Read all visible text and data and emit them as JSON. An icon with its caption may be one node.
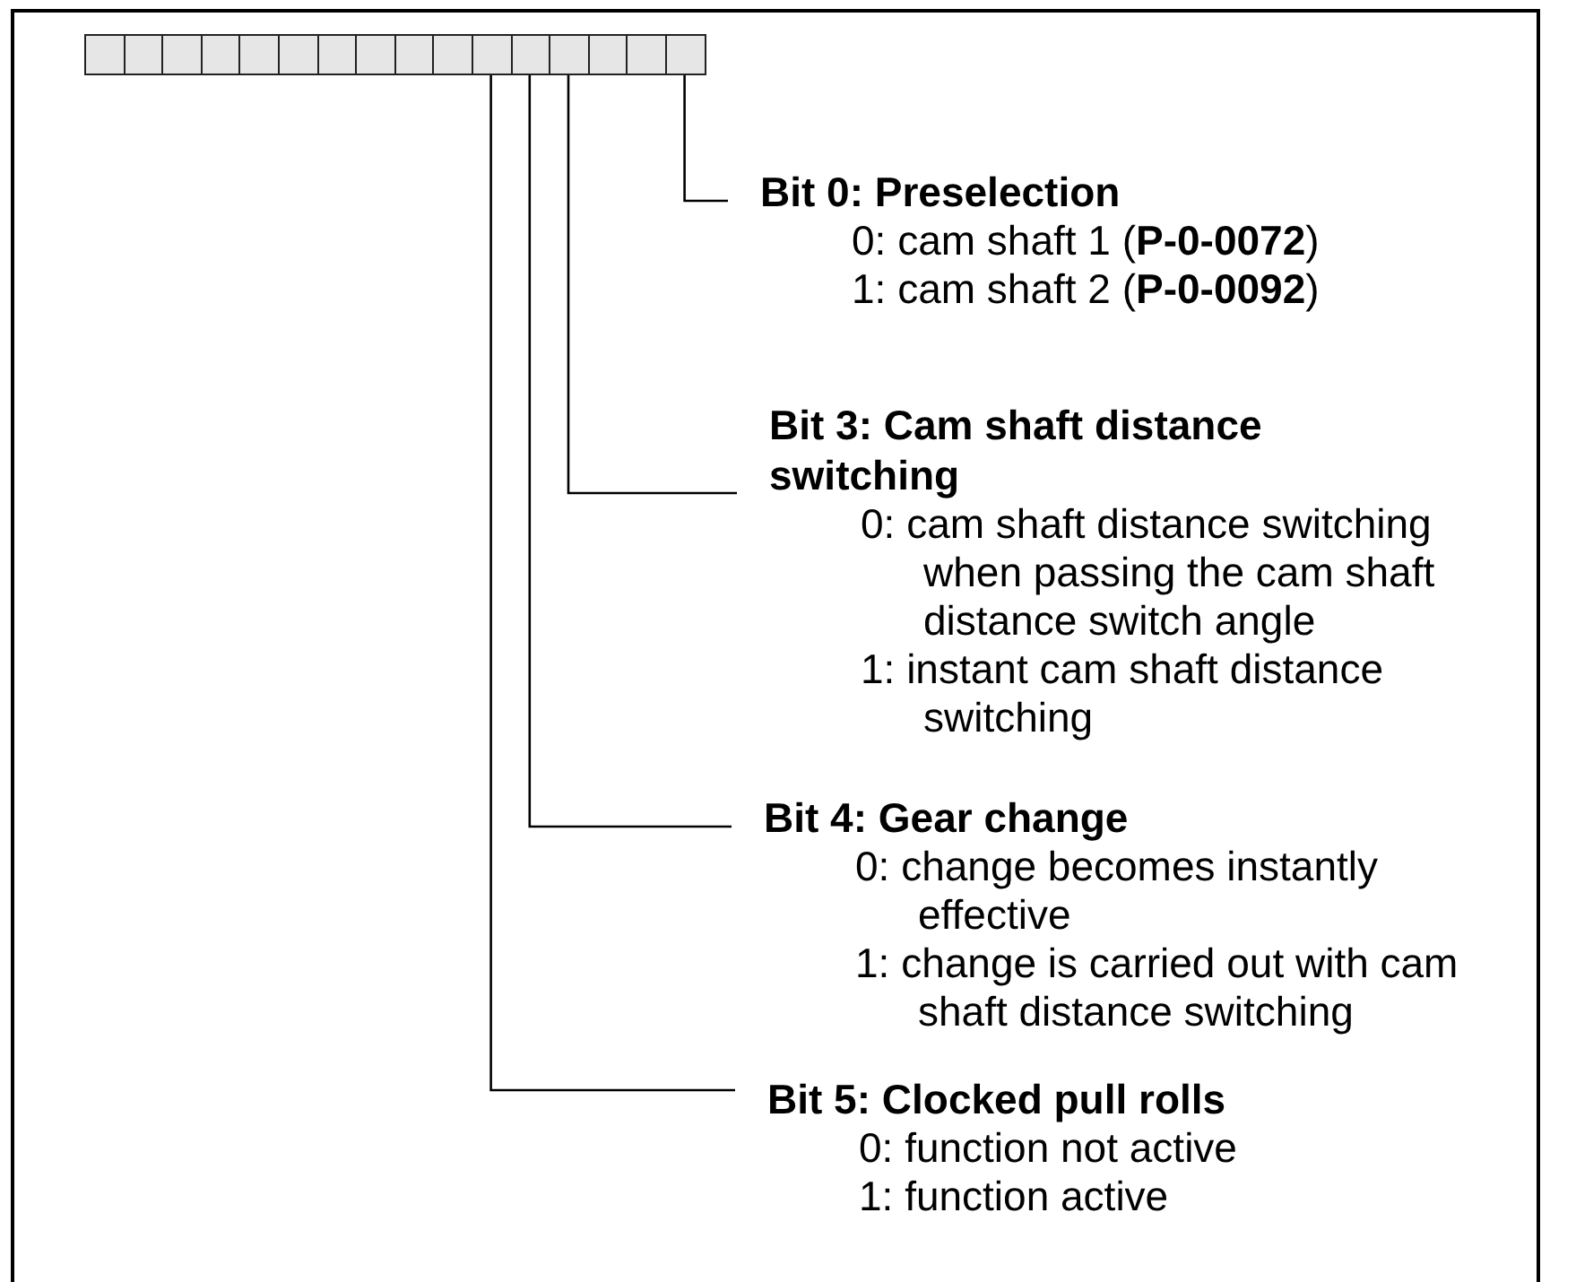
{
  "diagram": {
    "nodes": [
      {
        "text": [],
        "shape": "box"
      },
      {
        "text": [],
        "shape": "box"
      },
      {
        "text": [],
        "shape": "box"
      },
      {
        "text": [],
        "shape": "box"
      },
      {
        "text": [],
        "shape": "box"
      },
      {
        "text": [],
        "shape": "box"
      },
      {
        "text": [],
        "shape": "box"
      },
      {
        "text": [],
        "shape": "box"
      },
      {
        "text": [],
        "shape": "box"
      },
      {
        "text": [],
        "shape": "box"
      },
      {
        "text": [],
        "shape": "box"
      },
      {
        "text": [],
        "shape": "box"
      },
      {
        "text": [],
        "shape": "box"
      },
      {
        "text": [],
        "shape": "box"
      },
      {
        "text": [],
        "shape": "box"
      },
      {
        "text": [],
        "shape": "box"
      },
      {
        "text": [
          "Bit 0: Preselection",
          "0: cam shaft 1 (**P-0-0072**)",
          "1: cam shaft 2 (**P-0-0092**)"
        ]
      },
      {
        "text": [
          "Bit 3: Cam shaft distance switching",
          "0: cam shaft distance switching when passing the cam shaft distance switch angle",
          "1: instant cam shaft distance switching"
        ]
      },
      {
        "text": [
          "Bit 4: Gear change",
          "0: change becomes instantly effective",
          "1: change is carried out with cam shaft distance switching"
        ]
      },
      {
        "text": [
          "Bit 5: Clocked pull rolls",
          "0: function not active",
          "1: function active"
        ]
      }
    ],
    "edges": [
      {
        "from": 15,
        "to": 16,
        "arrow": "none"
      },
      {
        "from": 12,
        "to": 17,
        "arrow": "none"
      },
      {
        "from": 11,
        "to": 18,
        "arrow": "none"
      },
      {
        "from": 10,
        "to": 19,
        "arrow": "none"
      }
    ]
  }
}
